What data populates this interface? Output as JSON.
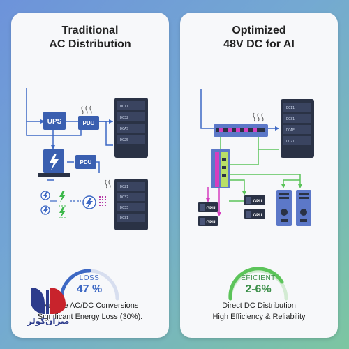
{
  "left_panel": {
    "title_line1": "Traditional",
    "title_line2": "AC Distribution",
    "ups_label": "UPS",
    "pdu_label_1": "PDU",
    "pdu_label_2": "PDU",
    "rack1_labels": [
      "DC11",
      "DC32",
      "DCAS",
      "DC25"
    ],
    "rack2_labels": [
      "DC21",
      "DC32",
      "DC33",
      "DC31"
    ],
    "gauge_label": "LOSS",
    "gauge_value": "47 %",
    "caption_line1": "Multiple AC/DC Conversions",
    "caption_line2": "Significant Energy Loss (30%)."
  },
  "right_panel": {
    "title_line1": "Optimized",
    "title_line2": "48V DC for AI",
    "rack_labels": [
      "DC11",
      "DC31",
      "DCAE",
      "DC21"
    ],
    "gpu_labels": [
      "GPU",
      "GPU",
      "GPU",
      "GPU"
    ],
    "gauge_label": "EFICIENT",
    "gauge_value": "2-6%",
    "caption_line1": "Direct DC Distribution",
    "caption_line2": "High Efficiency & Reliability"
  },
  "logo": {
    "text": "میزان‌کولر"
  },
  "colors": {
    "left_accent": "#3d68c4",
    "right_accent": "#3c8f49",
    "rack_dark": "#2a3245",
    "magenta": "#d63dbf",
    "green_line": "#5cc45a"
  }
}
